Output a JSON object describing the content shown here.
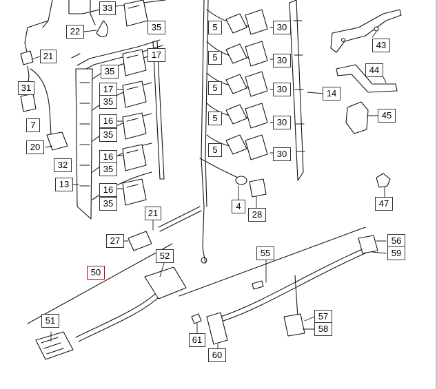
{
  "diagram": {
    "callouts": [
      {
        "id": "c33a",
        "label": "33"
      },
      {
        "id": "c22",
        "label": "22"
      },
      {
        "id": "c35a",
        "label": "35"
      },
      {
        "id": "c21a",
        "label": "21"
      },
      {
        "id": "c17a",
        "label": "17"
      },
      {
        "id": "c35b",
        "label": "35"
      },
      {
        "id": "c31",
        "label": "31"
      },
      {
        "id": "c17b",
        "label": "17"
      },
      {
        "id": "c35c",
        "label": "35"
      },
      {
        "id": "c7",
        "label": "7"
      },
      {
        "id": "c16a",
        "label": "16"
      },
      {
        "id": "c35d",
        "label": "35"
      },
      {
        "id": "c20",
        "label": "20"
      },
      {
        "id": "c32",
        "label": "32"
      },
      {
        "id": "c16b",
        "label": "16"
      },
      {
        "id": "c35e",
        "label": "35"
      },
      {
        "id": "c13",
        "label": "13"
      },
      {
        "id": "c16c",
        "label": "16"
      },
      {
        "id": "c35f",
        "label": "35"
      },
      {
        "id": "c5a",
        "label": "5"
      },
      {
        "id": "c30a",
        "label": "30"
      },
      {
        "id": "c5b",
        "label": "5"
      },
      {
        "id": "c30b",
        "label": "30"
      },
      {
        "id": "c5c",
        "label": "5"
      },
      {
        "id": "c30c",
        "label": "30"
      },
      {
        "id": "c5d",
        "label": "5"
      },
      {
        "id": "c30d",
        "label": "30"
      },
      {
        "id": "c5e",
        "label": "5"
      },
      {
        "id": "c30e",
        "label": "30"
      },
      {
        "id": "c14",
        "label": "14"
      },
      {
        "id": "c43",
        "label": "43"
      },
      {
        "id": "c44",
        "label": "44"
      },
      {
        "id": "c45",
        "label": "45"
      },
      {
        "id": "c47",
        "label": "47"
      },
      {
        "id": "c4",
        "label": "4"
      },
      {
        "id": "c28",
        "label": "28"
      },
      {
        "id": "c21b",
        "label": "21"
      },
      {
        "id": "c27",
        "label": "27"
      },
      {
        "id": "c52",
        "label": "52"
      },
      {
        "id": "c50",
        "label": "50",
        "highlight": true
      },
      {
        "id": "c51",
        "label": "51"
      },
      {
        "id": "c55",
        "label": "55"
      },
      {
        "id": "c56",
        "label": "56"
      },
      {
        "id": "c59",
        "label": "59"
      },
      {
        "id": "c57",
        "label": "57"
      },
      {
        "id": "c58",
        "label": "58"
      },
      {
        "id": "c61",
        "label": "61"
      },
      {
        "id": "c60",
        "label": "60"
      }
    ]
  }
}
